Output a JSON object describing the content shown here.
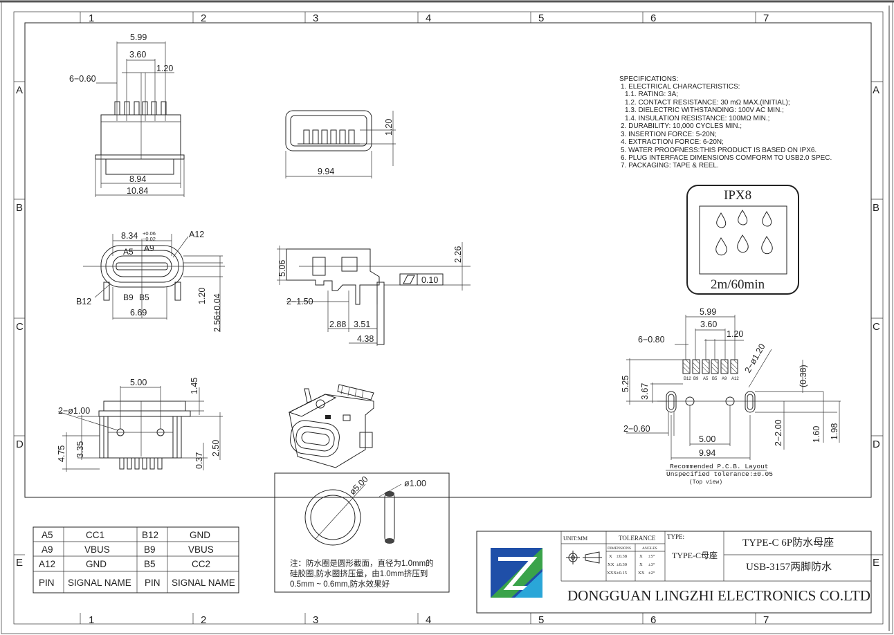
{
  "frame": {
    "columns": [
      "1",
      "2",
      "3",
      "4",
      "5",
      "6",
      "7"
    ],
    "rows": [
      "A",
      "B",
      "C",
      "D",
      "E"
    ]
  },
  "specs": {
    "lines": [
      "SPECIFICATIONS:",
      "1. ELECTRICAL CHARACTERISTICS:",
      "  1.1. RATING: 3A;",
      "  1.2. CONTACT RESISTANCE: 30 mΩ MAX.(INITIAL);",
      "  1.3. DIELECTRIC WITHSTANDING: 100V AC MIN.;",
      "  1.4. INSULATION RESISTANCE: 100MΩ MIN.;",
      "2. DURABILITY: 10,000 CYCLES MIN.;",
      "3. INSERTION FORCE: 5-20N;",
      "4. EXTRACTION FORCE: 6-20N;",
      "5. WATER PROOFNESS:THIS PRODUCT IS BASED ON IPX6.",
      "6. PLUG INTERFACE DIMENSIONS COMFORM TO USB2.0 SPEC.",
      "7. PACKAGING: TAPE & REEL."
    ]
  },
  "ipx": {
    "title": "IPX8",
    "subtitle": "2m/60min"
  },
  "dims": {
    "top": {
      "d599": "5.99",
      "d360": "3.60",
      "d120": "1.20",
      "d660": "6−0.60",
      "d894": "8.94",
      "d1084": "10.84"
    },
    "front": {
      "d120": "1.20",
      "d994": "9.94"
    },
    "face": {
      "d834": "8.34",
      "tol_up": "+0.06",
      "tol_dn": "−0.02",
      "a12": "A12",
      "a5": "A5",
      "a9": "A9",
      "b12": "B12",
      "b9": "B9",
      "b5": "B5",
      "d120": "1.20",
      "d256": "2.56±0.04",
      "d669": "6.69"
    },
    "side": {
      "d226": "2.26",
      "d506": "5.06",
      "flat": "0.10",
      "d150": "2−1.50",
      "d288": "2.88",
      "d351": "3.51",
      "d438": "4.38"
    },
    "bottom": {
      "d500": "5.00",
      "d145": "1.45",
      "d100": "2−ø1.00",
      "d475": "4.75",
      "d335": "3.35",
      "d037": "0.37",
      "d250": "2.50"
    },
    "ring": {
      "d500": "ø5.00",
      "d100": "ø1.00"
    },
    "pcb": {
      "d599": "5.99",
      "d360": "3.60",
      "d120": "1.20",
      "d680": "6−0.80",
      "d2120": "2−ø1.20",
      "d525": "5.25",
      "d367": "3.67",
      "d038": "(0.38)",
      "d260": "2−0.60",
      "d500": "5.00",
      "d200": "2−2.00",
      "d160": "1.60",
      "d198": "1.98",
      "d994": "9.94",
      "pins": [
        "B12",
        "B9",
        "A5",
        "B5",
        "A9",
        "A12"
      ]
    }
  },
  "ring_note": [
    "注：防水圈是圆形截面，直径为1.0mm的",
    "硅胶圈,防水圈挤压量，由1.0mm挤压到",
    "0.5mm ~ 0.6mm,防水效果好"
  ],
  "layout_note": {
    "l1": "Recommended P.C.B. Layout",
    "l2": "Unspecified tolerance:±0.05",
    "l3": "(Top view)"
  },
  "pin_table": {
    "rows": [
      [
        "A5",
        "CC1",
        "B12",
        "GND"
      ],
      [
        "A9",
        "VBUS",
        "B9",
        "VBUS"
      ],
      [
        "A12",
        "GND",
        "B5",
        "CC2"
      ],
      [
        "PIN",
        "SIGNAL NAME",
        "PIN",
        "SIGNAL NAME"
      ]
    ]
  },
  "title_block": {
    "unit": "UNIT:MM",
    "tolerance": "TOLERANCE",
    "dimensions": "DIMENSIONS",
    "angles": "ANGLES",
    "tol_rows": [
      [
        "X",
        "±0.38",
        "X",
        "±5°"
      ],
      [
        "XX",
        "±0.30",
        "X",
        "±3°"
      ],
      [
        "XXX",
        "±0.15",
        "XX",
        "±2°"
      ]
    ],
    "type_label": "TYPE:",
    "type_value": "TYPE-C母座",
    "title1": "TYPE-C 6P防水母座",
    "title2": "USB-3157两脚防水",
    "company": "DONGGUAN LINGZHI ELECTRONICS CO.LTD"
  },
  "colors": {
    "logo_blue": "#1f4fa8",
    "logo_green": "#3aa34a",
    "logo_cyan": "#2aa6d8"
  }
}
